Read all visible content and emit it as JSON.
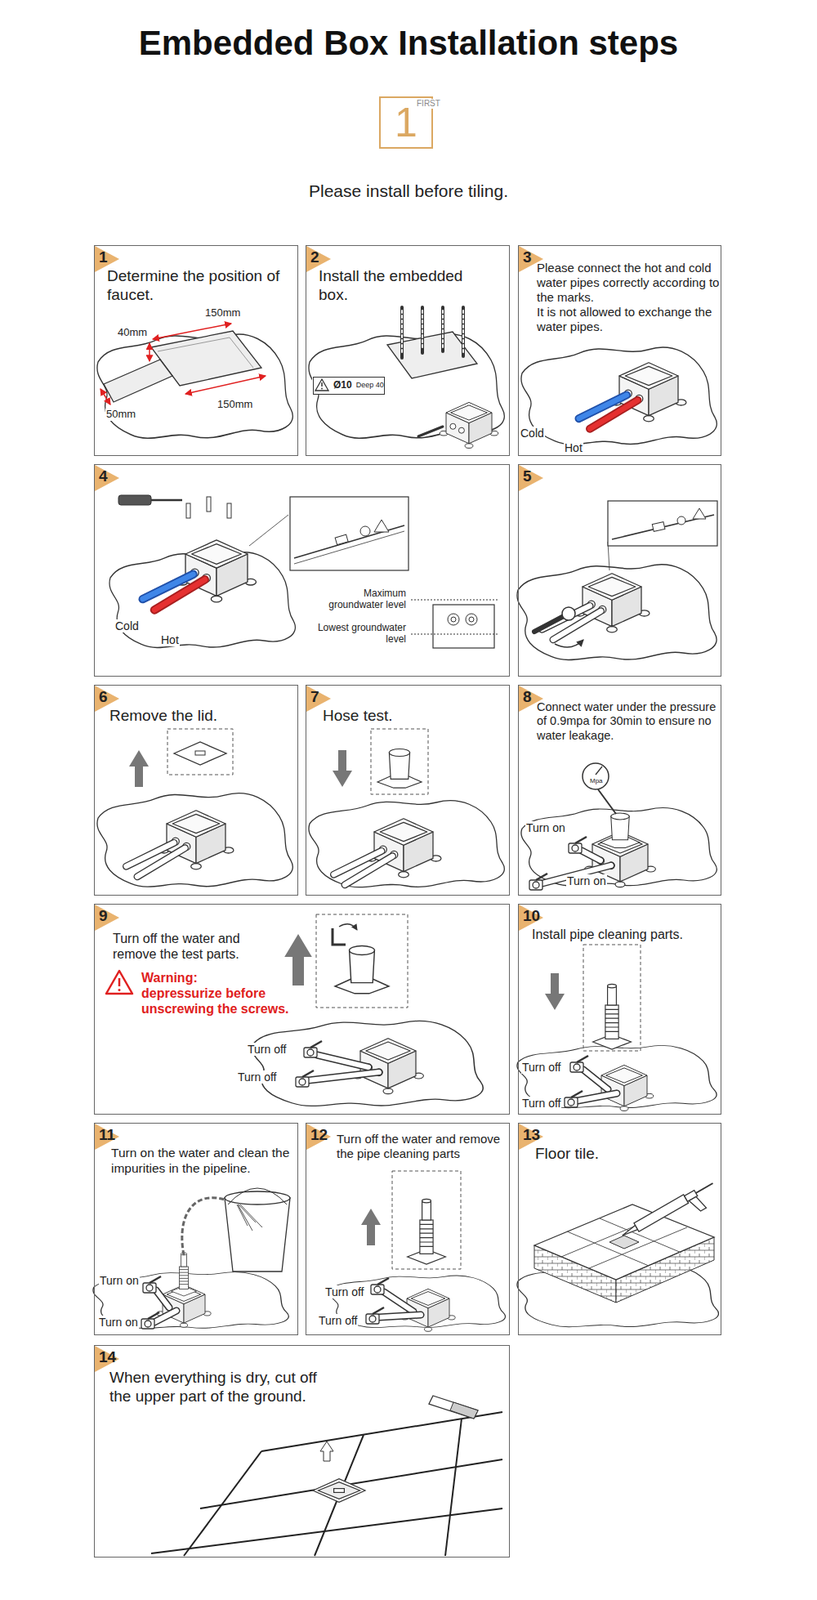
{
  "diagram": {
    "title": "Embedded Box Installation steps",
    "nodes": [
      {
        "text": [
          "1",
          "FIRST"
        ]
      },
      {
        "text": [
          "1",
          "Determine the position of faucet."
        ]
      },
      {
        "text": [
          "2",
          "Install the embedded box."
        ]
      },
      {
        "text": [
          "Ø10",
          "Deep 40"
        ],
        "in": 2
      },
      {
        "text": [
          "3",
          "Please connect the hot and cold water pipes correctly according to the marks.",
          "It is not allowed to exchange the water pipes."
        ]
      },
      {
        "text": [
          "4"
        ]
      },
      {
        "text": [
          "5"
        ]
      },
      {
        "text": [
          "6",
          "Remove the lid."
        ]
      },
      {
        "text": [
          "7",
          "Hose test."
        ]
      },
      {
        "text": [
          "8",
          "Connect water under the pressure of 0.9mpa for 30min to ensure no water leakage."
        ]
      },
      {
        "text": [
          "9",
          "Turn off the water and remove the test parts.",
          "Warning:",
          "depressurize before unscrewing the screws."
        ]
      },
      {
        "text": [
          "10",
          "Install pipe cleaning parts."
        ]
      },
      {
        "text": [
          "11",
          "Turn on the water and clean the impurities in the pipeline."
        ]
      },
      {
        "text": [
          "12",
          "Turn off the water and remove the pipe cleaning parts"
        ]
      },
      {
        "text": [
          "13",
          "Floor tile."
        ]
      },
      {
        "text": [
          "14",
          "When everything is dry, cut off the upper part of the ground."
        ]
      }
    ],
    "labels": [
      "Please install before tiling.",
      "40mm",
      "150mm",
      "150mm",
      "50mm",
      "Cold",
      "Hot",
      "Cold",
      "Hot",
      "Maximum groundwater level",
      "Lowest groundwater level",
      "Mpa",
      "Turn on",
      "Turn on",
      "Turn off",
      "Turn off",
      "Turn off",
      "Turn off",
      "Turn on",
      "Turn on",
      "Turn off",
      "Turn off"
    ]
  }
}
